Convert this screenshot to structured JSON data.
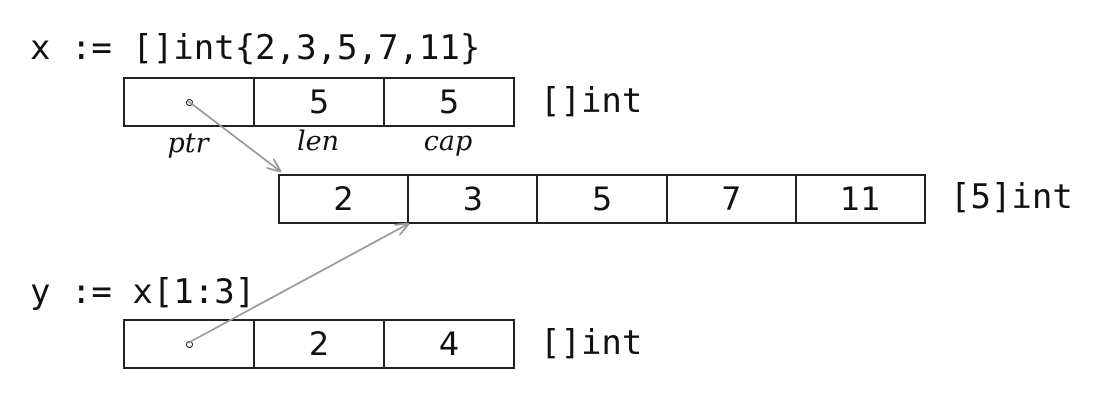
{
  "x_decl": "x := []int{2,3,5,7,11}",
  "x_slice": {
    "type_label": "[]int",
    "cells": [
      "",
      "5",
      "5"
    ],
    "field_labels": [
      "ptr",
      "len",
      "cap"
    ]
  },
  "array": {
    "type_label": "[5]int",
    "cells": [
      "2",
      "3",
      "5",
      "7",
      "11"
    ]
  },
  "y_decl": "y := x[1:3]",
  "y_slice": {
    "type_label": "[]int",
    "cells": [
      "",
      "2",
      "4"
    ]
  }
}
